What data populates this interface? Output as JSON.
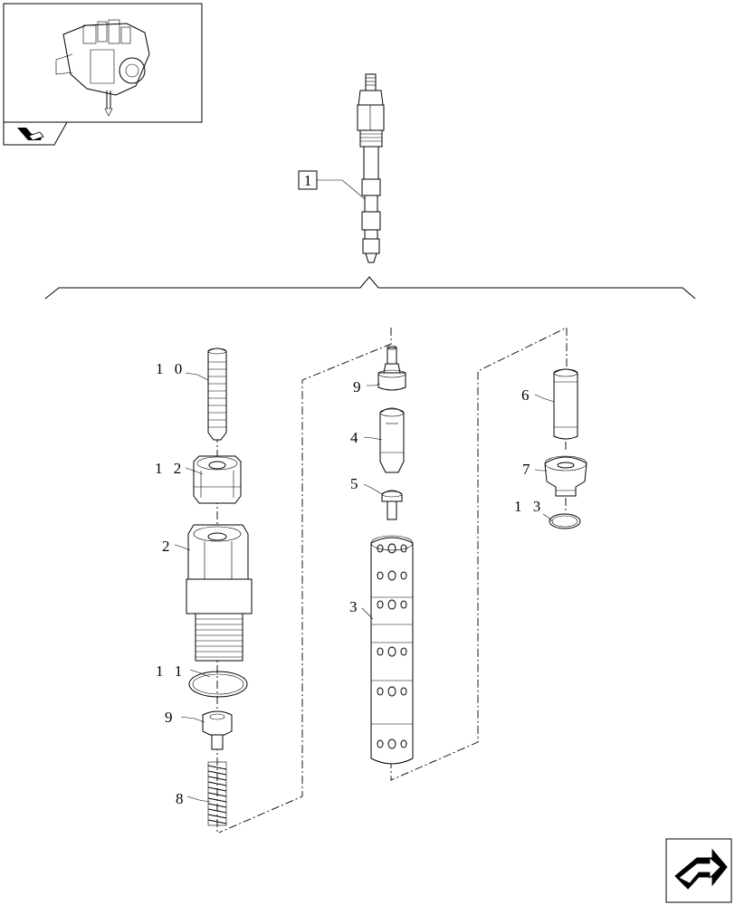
{
  "thumbnail": {
    "icon": "pump-assembly-thumbnail"
  },
  "nav": {
    "back_icon": "back-arrow-icon",
    "next_icon": "next-arrow-icon"
  },
  "assembly_callout": {
    "label": "1"
  },
  "callouts": {
    "c10": "1 0",
    "c12": "1 2",
    "c2": "2",
    "c11": "1 1",
    "c9a": "9",
    "c8": "8",
    "c9b": "9",
    "c4": "4",
    "c5": "5",
    "c3": "3",
    "c6": "6",
    "c7": "7",
    "c13": "1 3"
  }
}
